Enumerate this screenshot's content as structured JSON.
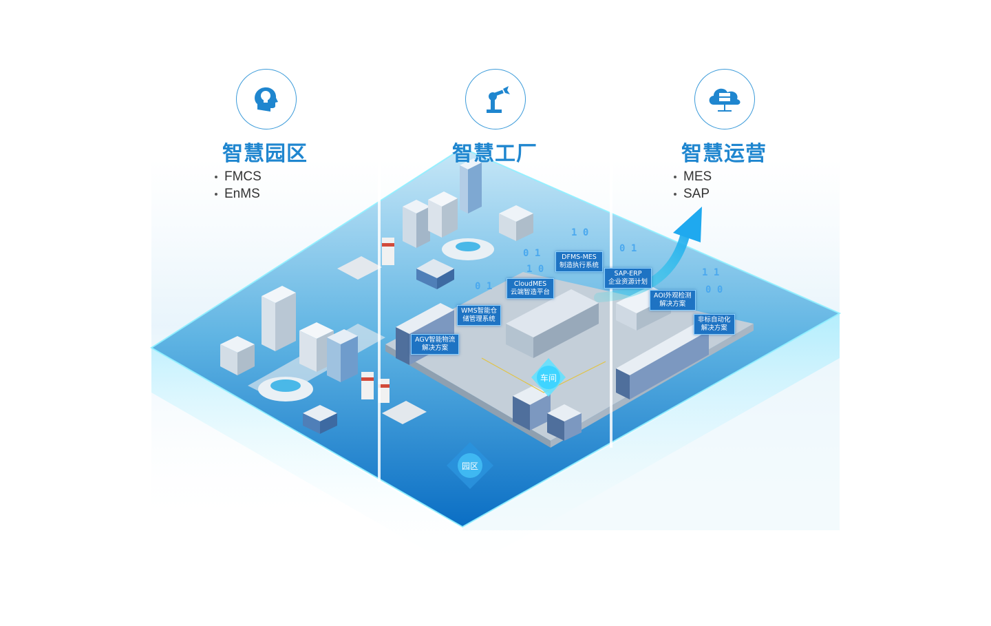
{
  "sections": [
    {
      "title": "智慧园区",
      "icon": "brain-bulb-icon",
      "bullets": [
        "FMCS",
        "EnMS"
      ]
    },
    {
      "title": "智慧工厂",
      "icon": "robot-arm-icon",
      "bullets": []
    },
    {
      "title": "智慧运营",
      "icon": "cloud-server-icon",
      "bullets": [
        "MES",
        "SAP"
      ]
    }
  ],
  "tags": {
    "agv": {
      "line1": "AGV智能物流",
      "line2": "解决方案"
    },
    "wms": {
      "line1": "WMS智能仓",
      "line2": "储管理系统"
    },
    "cloudmes": {
      "line1": "CloudMES",
      "line2": "云端智造平台"
    },
    "dfms": {
      "line1": "DFMS-MES",
      "line2": "制造执行系统"
    },
    "sap": {
      "line1": "SAP-ERP",
      "line2": "企业资源计划"
    },
    "aoi": {
      "line1": "AOI外观检测",
      "line2": "解决方案"
    },
    "nonstd": {
      "line1": "非标自动化",
      "line2": "解决方案"
    }
  },
  "nav": {
    "workshop": "车间",
    "park": "园区"
  },
  "colors": {
    "accent": "#1f86cf",
    "platform_dark": "#0a6ec4",
    "platform_light": "#9fd8f4",
    "tag_bg": "#1e73c3",
    "arrow": "#2fd9e6"
  }
}
